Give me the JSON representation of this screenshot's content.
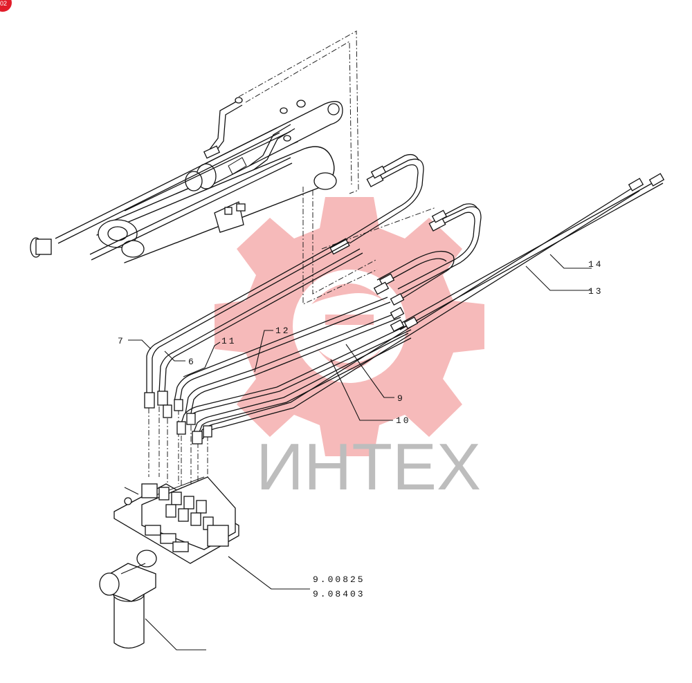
{
  "watermark": {
    "text": "ИНТЕХ",
    "color": "#f3a3a3"
  },
  "corner_badge": {
    "text": "02",
    "color": "#e11d2a"
  },
  "callouts": [
    {
      "id": "c7",
      "text": "7"
    },
    {
      "id": "c6",
      "text": "6"
    },
    {
      "id": "c11",
      "text": "11"
    },
    {
      "id": "c12",
      "text": "12"
    },
    {
      "id": "c9",
      "text": "9"
    },
    {
      "id": "c10",
      "text": "10"
    },
    {
      "id": "c14",
      "text": "14"
    },
    {
      "id": "c13",
      "text": "13"
    },
    {
      "id": "ref1",
      "text": "9.00825"
    },
    {
      "id": "ref2",
      "text": "9.08403"
    }
  ]
}
